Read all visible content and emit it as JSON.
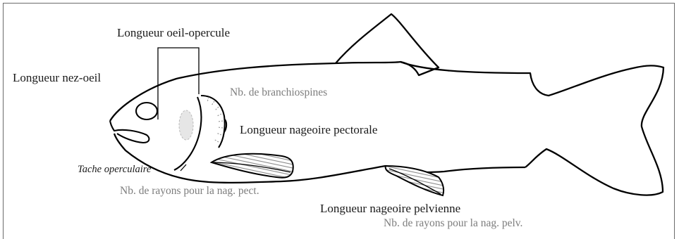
{
  "labels": {
    "eye_operculum_length": "Longueur oeil-opercule",
    "snout_eye_length": "Longueur nez-oeil",
    "gill_rakers": "Nb. de branchiospines",
    "pectoral_fin_length": "Longueur nageoire pectorale",
    "opercular_spot": "Tache operculaire",
    "pectoral_fin_rays": "Nb. de rayons pour la nag. pect.",
    "pelvic_fin_length": "Longueur nageoire pelvienne",
    "pelvic_fin_rays": "Nb. de rayons pour la nag. pelv."
  },
  "colors": {
    "outline": "#000000",
    "dark_text": "#1a1a1a",
    "gray_text": "#7d7d7d",
    "spot_fill": "#e6e6e6",
    "fin_hatch": "#8a8a8a",
    "frame": "#6b6b6b"
  }
}
